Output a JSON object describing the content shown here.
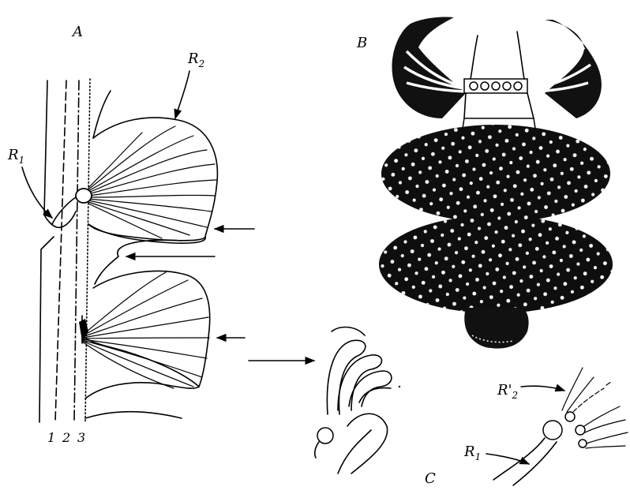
{
  "panels": {
    "a": {
      "label": "A",
      "r1": "R",
      "r1_sub": "1",
      "r2": "R",
      "r2_sub": "2",
      "line_labels": [
        "1",
        "2",
        "3"
      ]
    },
    "b": {
      "label": "B"
    },
    "c": {
      "label": "C",
      "r1": "R",
      "r1_sub": "1",
      "r2": "R'",
      "r2_sub": "2"
    }
  },
  "colors": {
    "ink": "#000000",
    "paper": "#ffffff"
  }
}
